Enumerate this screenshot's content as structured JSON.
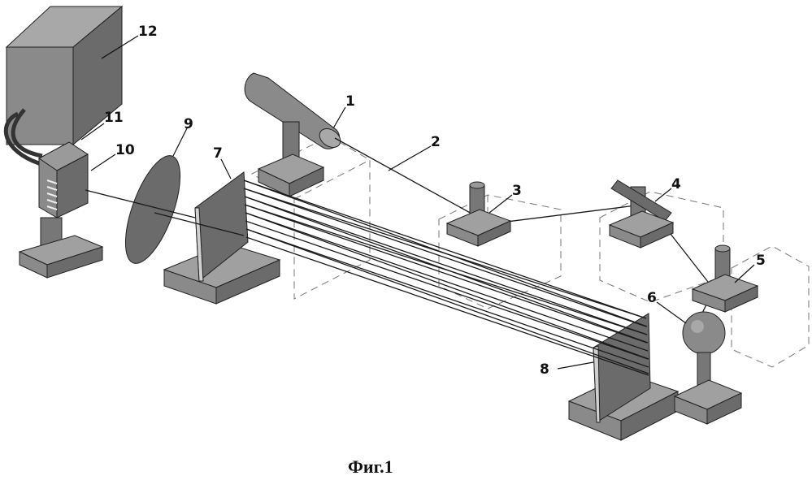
{
  "figure": {
    "caption": "Фиг.1",
    "labels": {
      "l1": "1",
      "l2": "2",
      "l3": "3",
      "l4": "4",
      "l5": "5",
      "l6": "6",
      "l7": "7",
      "l8": "8",
      "l9": "9",
      "l10": "10",
      "l11": "11",
      "l12": "12"
    }
  },
  "colors": {
    "face_dark": "#6b6b6b",
    "face_mid": "#8a8a8a",
    "face_light": "#a8a8a8",
    "line": "#1a1a1a",
    "dashed": "#777777"
  }
}
